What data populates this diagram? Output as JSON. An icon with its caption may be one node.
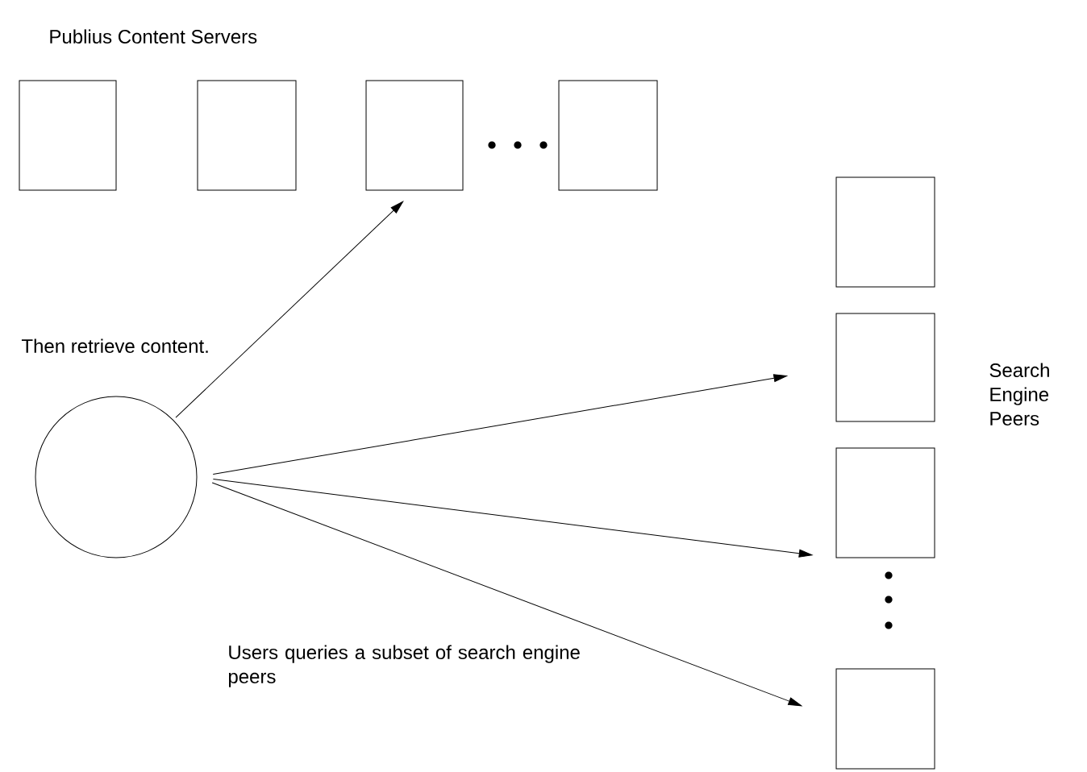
{
  "diagram": {
    "nodes": [
      {
        "text": [],
        "shape": "box"
      },
      {
        "text": [],
        "shape": "box"
      },
      {
        "text": [],
        "shape": "box"
      },
      {
        "text": [],
        "shape": "box"
      },
      {
        "text": [],
        "shape": "circle"
      },
      {
        "text": [],
        "shape": "box"
      },
      {
        "text": [],
        "shape": "box"
      },
      {
        "text": [],
        "shape": "box"
      },
      {
        "text": [],
        "shape": "box"
      }
    ],
    "edges": [
      {
        "from": 4,
        "to": 2,
        "arrow": "to",
        "label": "Then retrieve content."
      },
      {
        "from": 4,
        "to": 6,
        "arrow": "to"
      },
      {
        "from": 4,
        "to": 7,
        "arrow": "to"
      },
      {
        "from": 4,
        "to": 8,
        "arrow": "to"
      }
    ],
    "labels": [
      "Publius Content Servers",
      "Search Engine Peers",
      "Users queries a subset of search engine peers"
    ]
  }
}
